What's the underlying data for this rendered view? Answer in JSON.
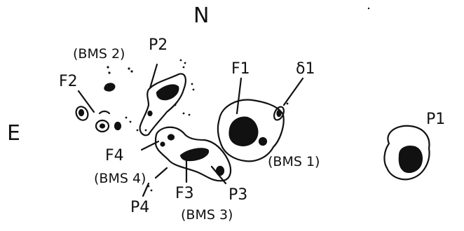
{
  "compass": {
    "north": "N",
    "east": "E"
  },
  "labels": {
    "p1": "P1",
    "p2": "P2",
    "p3": "P3",
    "p4": "P4",
    "f1": "F1",
    "f2": "F2",
    "f3": "F3",
    "f4": "F4",
    "delta1": "δ1",
    "bms1": "(BMS 1)",
    "bms2": "(BMS 2)",
    "bms3": "(BMS 3)",
    "bms4": "(BMS 4)"
  },
  "colors": {
    "ink": "#111111",
    "background": "#ffffff"
  }
}
